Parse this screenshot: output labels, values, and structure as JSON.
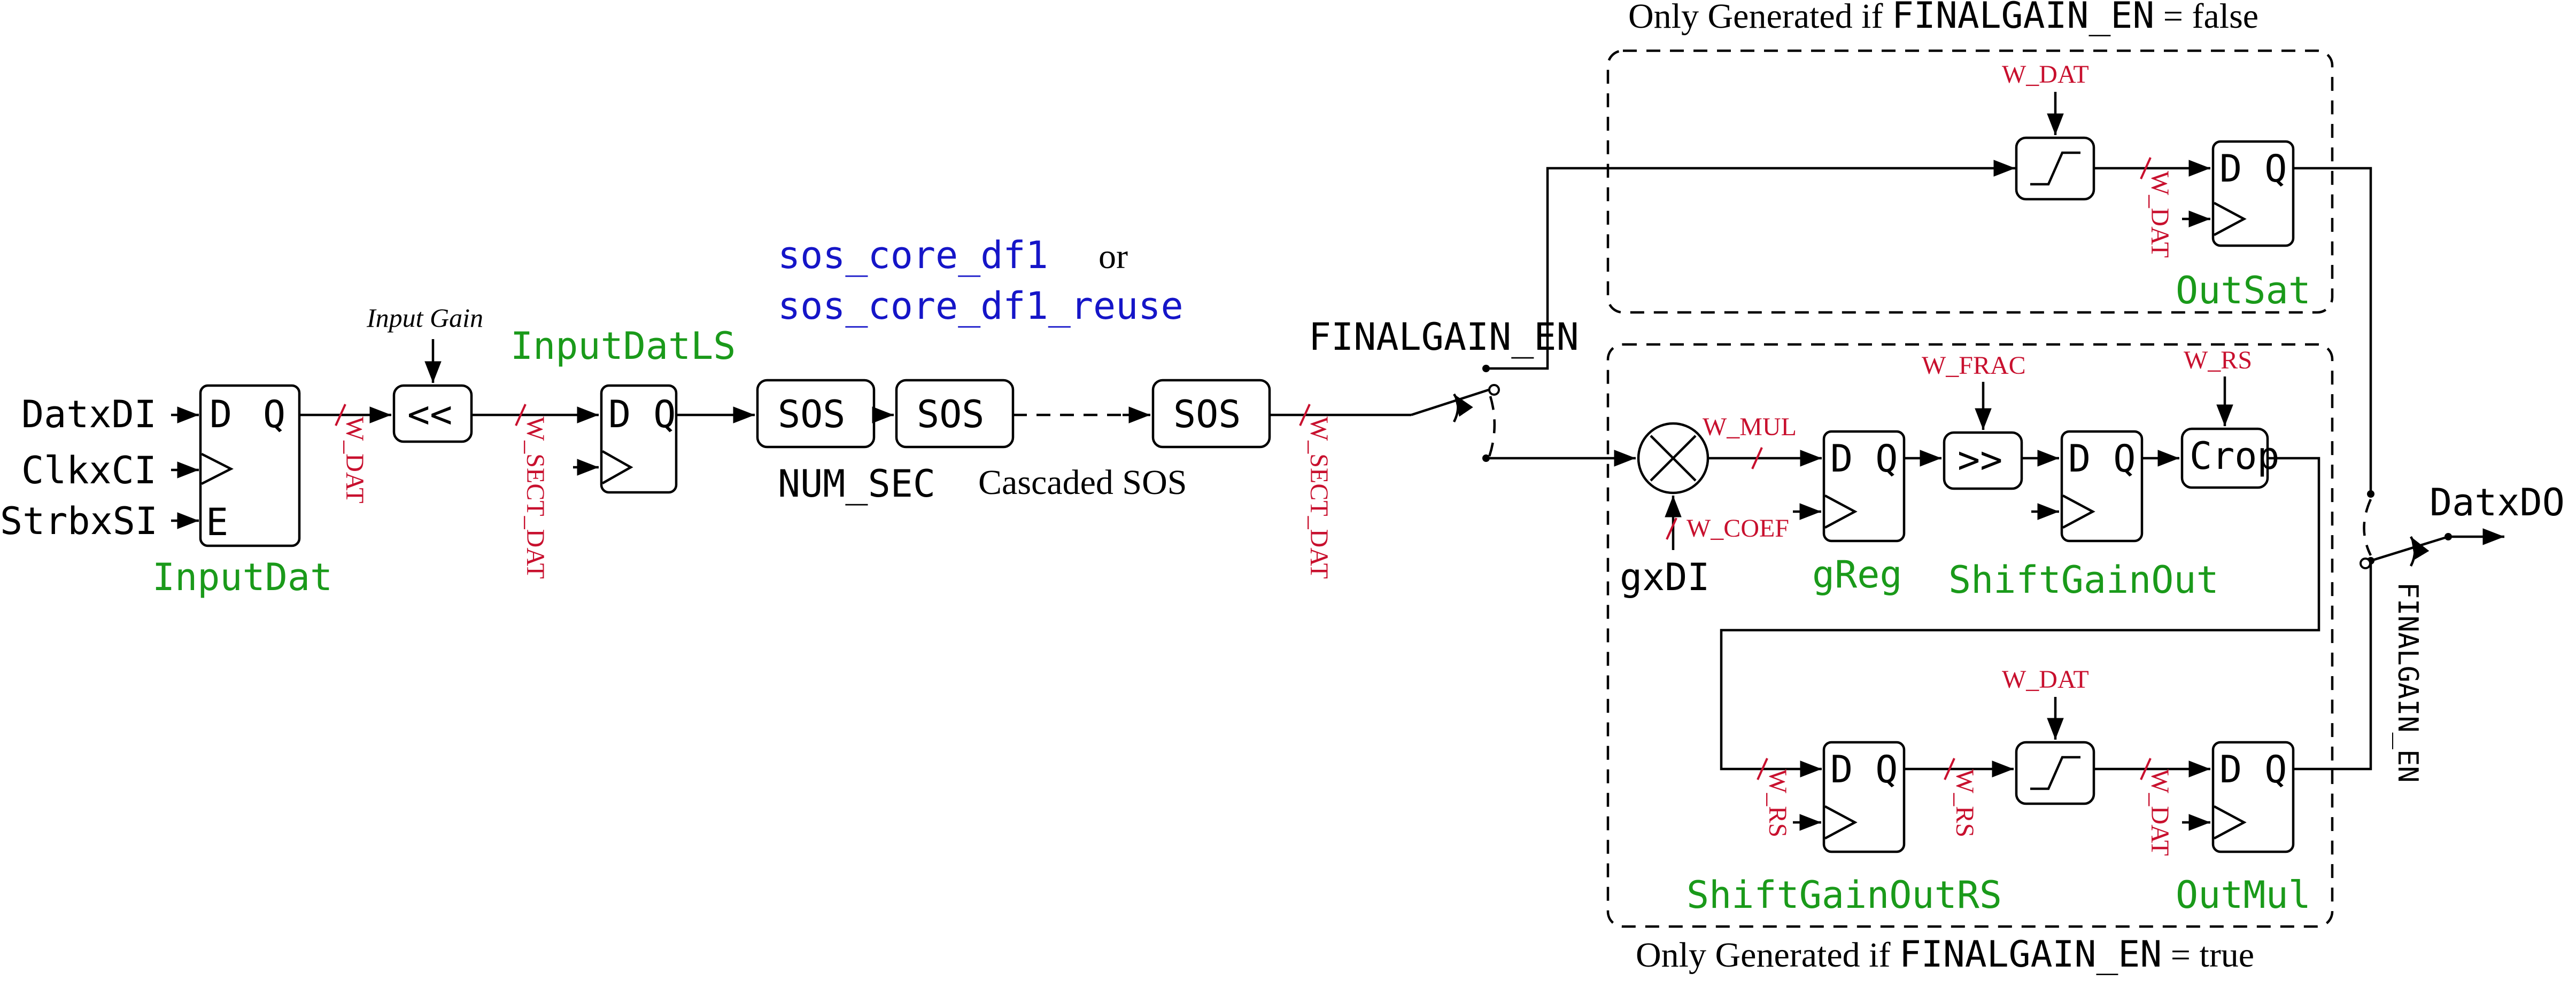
{
  "inputs": {
    "dat": "DatxDI",
    "clk": "ClkxCI",
    "strb": "StrbxSI",
    "gain": "gxDI"
  },
  "output": "DatxDO",
  "ff_labels": {
    "dq": "D Q",
    "d": "D",
    "q": "Q",
    "e": "E"
  },
  "blocks": {
    "shift_left": "<<",
    "shift_right": ">>",
    "sos": "SOS",
    "crop": "Crop",
    "input_gain": "Input Gain",
    "sos_core_a": "sos_core_df1",
    "sos_core_or": "or",
    "sos_core_b": "sos_core_df1_reuse",
    "num_sec": "NUM_SEC",
    "cascaded": "Cascaded SOS"
  },
  "register_names": {
    "input_dat": "InputDat",
    "input_dat_ls": "InputDatLS",
    "out_sat": "OutSat",
    "g_reg": "gReg",
    "shift_gain_out": "ShiftGainOut",
    "shift_gain_out_rs": "ShiftGainOutRS",
    "out_mul": "OutMul"
  },
  "widths": {
    "w_dat": "W_DAT",
    "w_sect_dat": "W_SECT_DAT",
    "w_mul": "W_MUL",
    "w_coef": "W_COEF",
    "w_frac": "W_FRAC",
    "w_rs": "W_RS"
  },
  "switch_label": "FINALGAIN_EN",
  "region_false": {
    "prefix": "Only Generated if",
    "param": "FINALGAIN_EN",
    "suffix": "= false"
  },
  "region_true": {
    "prefix": "Only Generated if",
    "param": "FINALGAIN_EN",
    "suffix": "= true"
  }
}
